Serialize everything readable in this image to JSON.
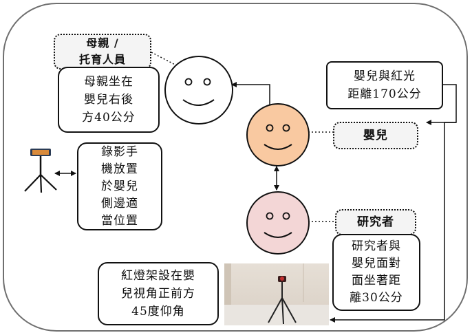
{
  "labels": {
    "mother": "母親 /\n托育人員",
    "mother_position": "母親坐在\n嬰兒右後\n方40公分",
    "phone_position": "錄影手\n機放置\n於嬰兒\n側邊適\n當位置",
    "baby_distance": "嬰兒與紅光\n距離170公分",
    "baby": "嬰兒",
    "researcher": "研究者",
    "researcher_position": "研究者與\n嬰兒面對\n面坐著距\n離30公分",
    "light_position": "紅燈架設在嬰\n兒視角正前方\n45度仰角"
  },
  "colors": {
    "mother_face": "#ffffff",
    "baby_face": "#f9c9a1",
    "researcher_face": "#f3d6d6"
  }
}
